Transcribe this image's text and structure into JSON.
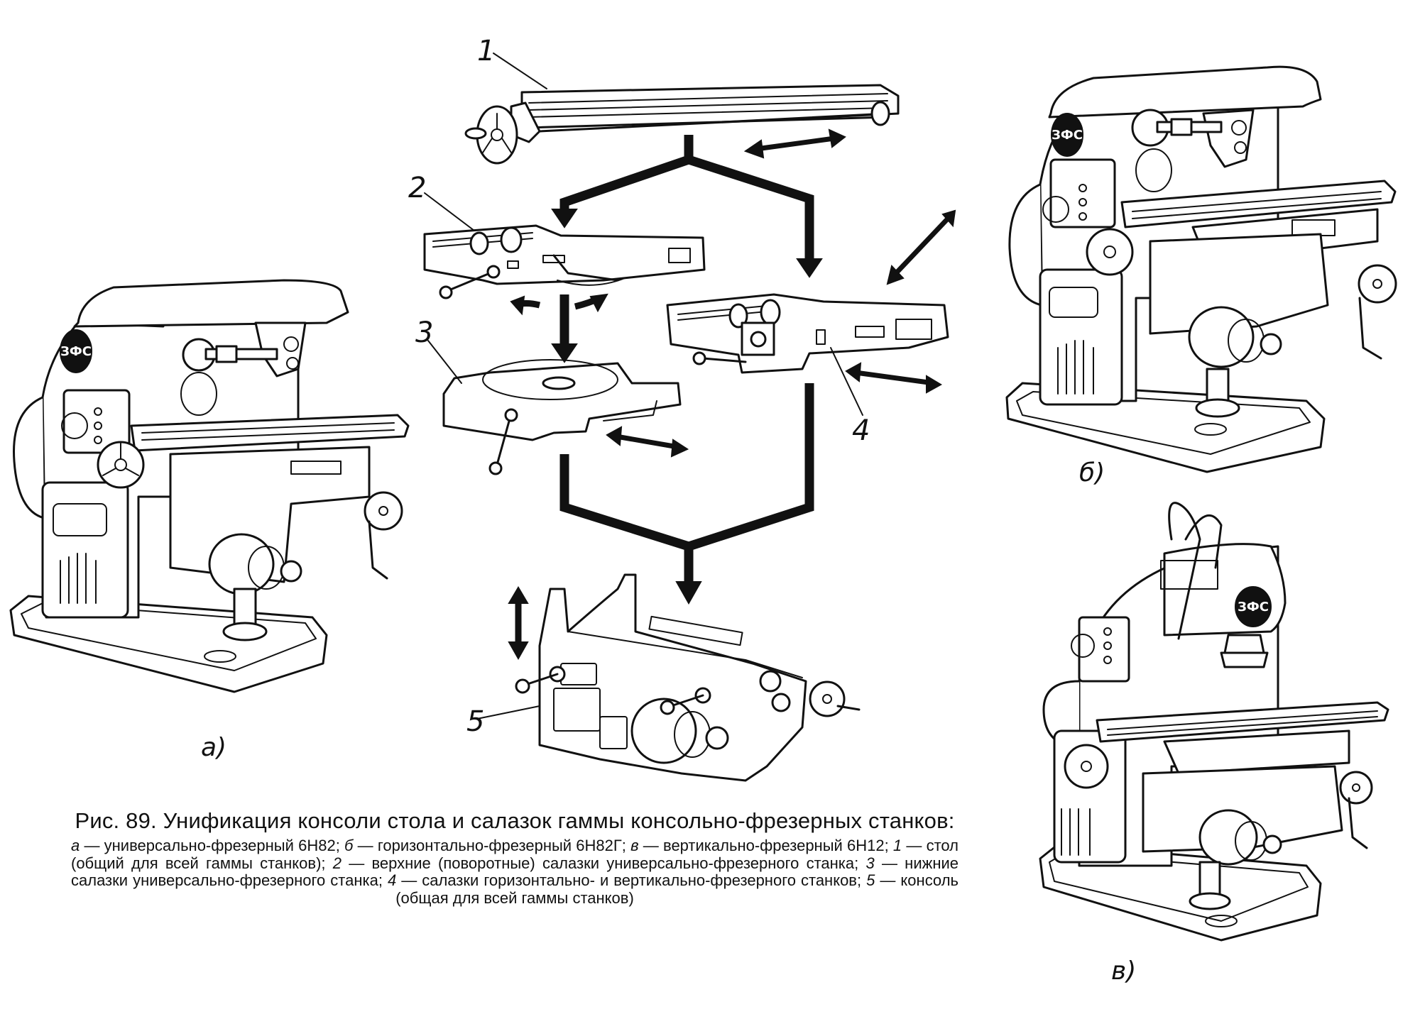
{
  "figure": {
    "title": "Рис. 89. Унификация консоли стола и салазок гаммы консольно-фрезерных станков:",
    "legend": [
      {
        "key": "а",
        "text": "универсально-фрезерный 6Н82"
      },
      {
        "key": "б",
        "text": "горизонтально-фрезерный 6Н82Г"
      },
      {
        "key": "в",
        "text": "вертикально-фрезерный 6Н12"
      },
      {
        "key": "1",
        "text": "стол (общий для всей гаммы станков)"
      },
      {
        "key": "2",
        "text": "верхние (поворотные) салазки универсально-фрезерного станка"
      },
      {
        "key": "3",
        "text": "нижние салазки универсально-фрезерного станка"
      },
      {
        "key": "4",
        "text": "салазки горизонтально- и вертикально-фрезерного станков"
      },
      {
        "key": "5",
        "text": "консоль (общая для всей гаммы станков)"
      }
    ],
    "separator": " — ",
    "part_labels": {
      "p1": "1",
      "p2": "2",
      "p3": "3",
      "p4": "4",
      "p5": "5"
    },
    "machine_labels": {
      "a": "а)",
      "b": "б)",
      "v": "в)"
    },
    "logo_text": "ЗФС"
  }
}
